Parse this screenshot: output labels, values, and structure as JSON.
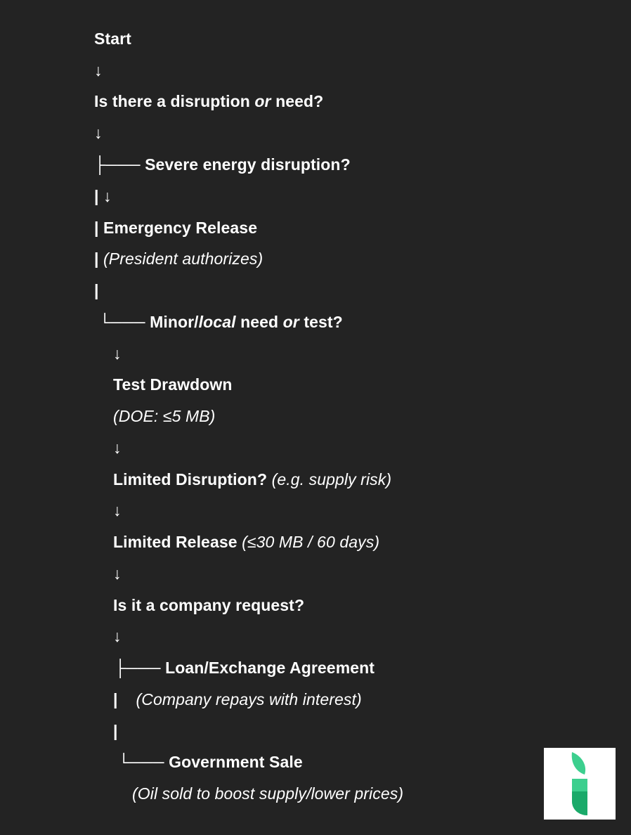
{
  "flow": {
    "start": "Start",
    "arrow": "↓",
    "question1_pre": "Is there a disruption ",
    "question1_or": "or",
    "question1_post": " need?",
    "branch_severe_connector": "├─── ",
    "branch_severe": "Severe energy disruption?",
    "pipe_arrow": "| ↓",
    "pipe_emergency_prefix": "| ",
    "emergency_release": "Emergency Release",
    "pipe_president_prefix": "| ",
    "president_note": "(President authorizes)",
    "pipe": "|",
    "branch_minor_connector": "└─── ",
    "minor_pre": "Minor/",
    "minor_local": "local",
    "minor_mid": " need ",
    "minor_or": "or",
    "minor_post": " test?",
    "test_drawdown": "Test Drawdown",
    "doe_note": "(DOE: ≤5 MB)",
    "limited_disruption": "Limited Disruption?",
    "limited_disruption_note": " (e.g. supply risk)",
    "limited_release": "Limited Release",
    "limited_release_note": " (≤30 MB / 60 days)",
    "company_request": "Is it a company request?",
    "branch_loan_connector": "├─── ",
    "loan_exchange": "Loan/Exchange Agreement",
    "pipe_loan_prefix": "|    ",
    "loan_note": "(Company repays with interest)",
    "branch_sale_connector": "└─── ",
    "government_sale": "Government Sale",
    "sale_note": "(Oil sold to boost supply/lower prices)"
  },
  "colors": {
    "background": "#232323",
    "text": "#ffffff",
    "logo_green_light": "#3ccf8e",
    "logo_green_dark": "#0f9e5e"
  },
  "logo": {
    "icon": "green-i-logo"
  }
}
